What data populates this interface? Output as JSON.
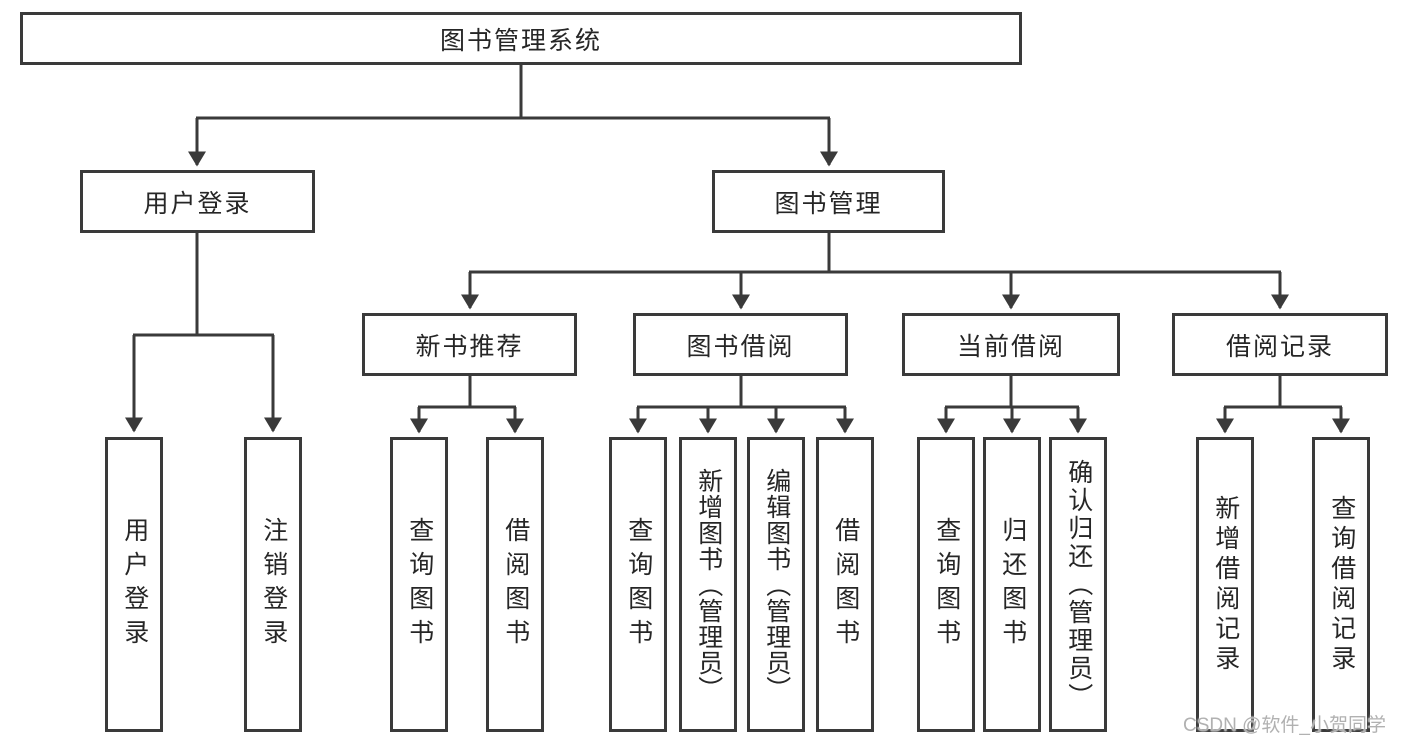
{
  "watermark": "CSDN @软件_小贺同学",
  "colors": {
    "line": "#3a3a3a",
    "border": "#3a3a3a",
    "text": "#262626",
    "background": "#ffffff",
    "watermark": "#a8a8a8"
  },
  "tree": {
    "root": "图书管理系统",
    "branches": [
      {
        "label": "用户登录",
        "children": [
          "用户登录",
          "注销登录"
        ]
      },
      {
        "label": "图书管理",
        "children": [
          {
            "label": "新书推荐",
            "children": [
              "查询图书",
              "借阅图书"
            ]
          },
          {
            "label": "图书借阅",
            "children": [
              "查询图书",
              "新增图书（管理员）",
              "编辑图书（管理员）",
              "借阅图书"
            ]
          },
          {
            "label": "当前借阅",
            "children": [
              "查询图书",
              "归还图书",
              "确认归还（管理员）"
            ]
          },
          {
            "label": "借阅记录",
            "children": [
              "新增借阅记录",
              "查询借阅记录"
            ]
          }
        ]
      }
    ]
  }
}
